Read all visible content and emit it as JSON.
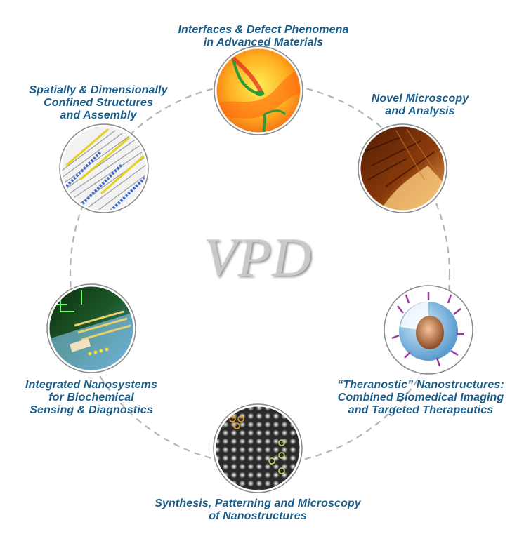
{
  "logo": {
    "text": "VPD"
  },
  "colors": {
    "label": "#1a5d8a",
    "ring": "#b5b5b5",
    "logo": "#c9c9c9"
  },
  "topics": [
    {
      "id": "interfaces",
      "icon": "defect-map-icon",
      "lines": [
        "Interfaces & Defect Phenomena",
        "in Advanced Materials"
      ]
    },
    {
      "id": "microscopy",
      "icon": "surface-scan-icon",
      "lines": [
        "Novel Microscopy",
        "and Analysis"
      ]
    },
    {
      "id": "theranostic",
      "icon": "nanoparticle-icon",
      "lines": [
        "“Theranostic” Nanostructures:",
        "Combined Biomedical Imaging",
        "and Targeted Therapeutics"
      ]
    },
    {
      "id": "synthesis",
      "icon": "atomic-lattice-icon",
      "lines": [
        "Synthesis, Patterning and Microscopy",
        "of Nanostructures"
      ]
    },
    {
      "id": "nanosystems",
      "icon": "nanosystem-chip-icon",
      "lines": [
        "Integrated Nanosystems",
        "for Biochemical",
        "Sensing & Diagnostics"
      ]
    },
    {
      "id": "confined",
      "icon": "nanowire-array-icon",
      "lines": [
        "Spatially & Dimensionally",
        "Confined Structures",
        "and Assembly"
      ]
    }
  ]
}
